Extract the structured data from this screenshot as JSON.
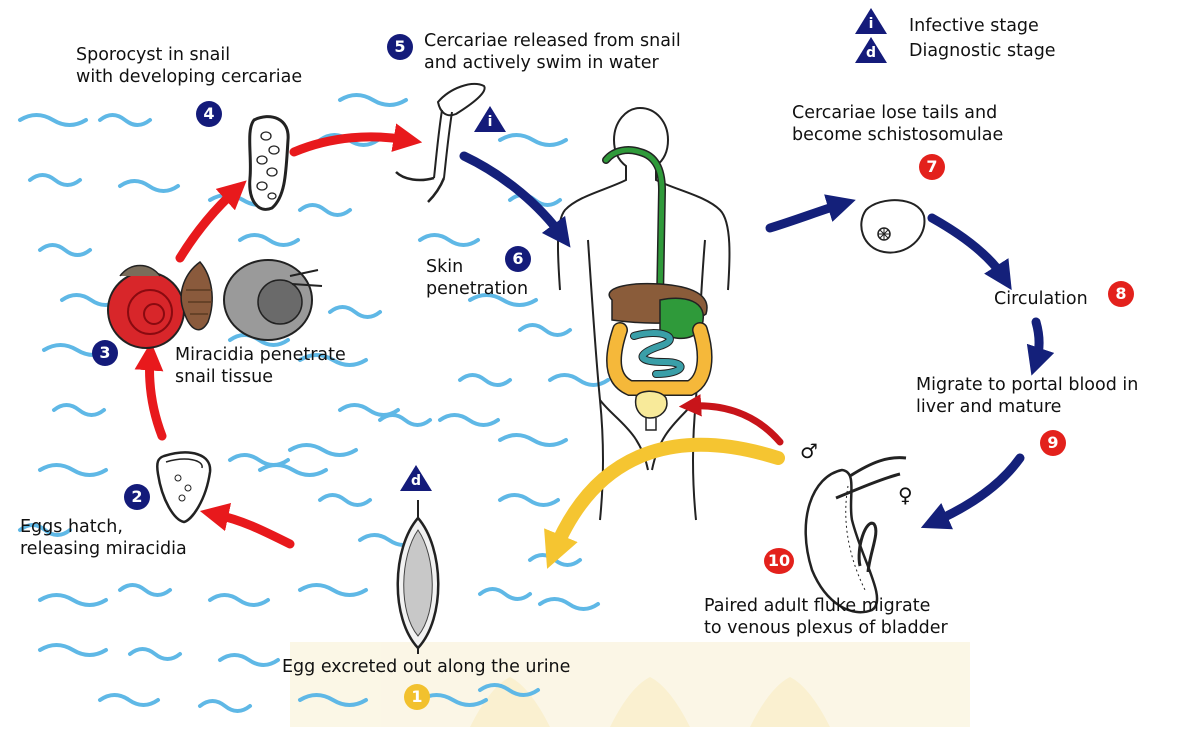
{
  "legend": {
    "infective_symbol": "i",
    "infective_label": "Infective stage",
    "diagnostic_symbol": "d",
    "diagnostic_label": "Diagnostic stage"
  },
  "steps": [
    {
      "number": "1",
      "line1": "Egg excreted out along the urine",
      "line2": ""
    },
    {
      "number": "2",
      "line1": "Eggs hatch,",
      "line2": "releasing miracidia"
    },
    {
      "number": "3",
      "line1": "Miracidia penetrate",
      "line2": "snail tissue"
    },
    {
      "number": "4",
      "line1": "Sporocyst in snail",
      "line2": "with developing cercariae"
    },
    {
      "number": "5",
      "line1": "Cercariae released from snail",
      "line2": "and actively swim in water"
    },
    {
      "number": "6",
      "line1": "Skin",
      "line2": "penetration"
    },
    {
      "number": "7",
      "line1": "Cercariae lose tails and",
      "line2": "become schistosomulae"
    },
    {
      "number": "8",
      "line1": "Circulation",
      "line2": ""
    },
    {
      "number": "9",
      "line1": "Migrate to portal blood in",
      "line2": "liver and mature"
    },
    {
      "number": "10",
      "line1": "Paired adult fluke migrate",
      "line2": "to venous plexus of bladder"
    }
  ],
  "stage_markers": {
    "cercariae": "i",
    "egg": "d"
  },
  "symbols": {
    "male": "♂",
    "female": "♀"
  },
  "colors": {
    "water": "#5fb8e6",
    "step_blue": "#141b7a",
    "step_red": "#e3211c",
    "arrow_red": "#e8191c",
    "arrow_navy": "#14207a",
    "arrow_gold": "#f5c531",
    "liver": "#8a5c3a",
    "intestine": "#f5b83a",
    "small_intestine": "#3a9fa8",
    "esophagus": "#2f9a3a",
    "snail_red": "#d8262a"
  }
}
